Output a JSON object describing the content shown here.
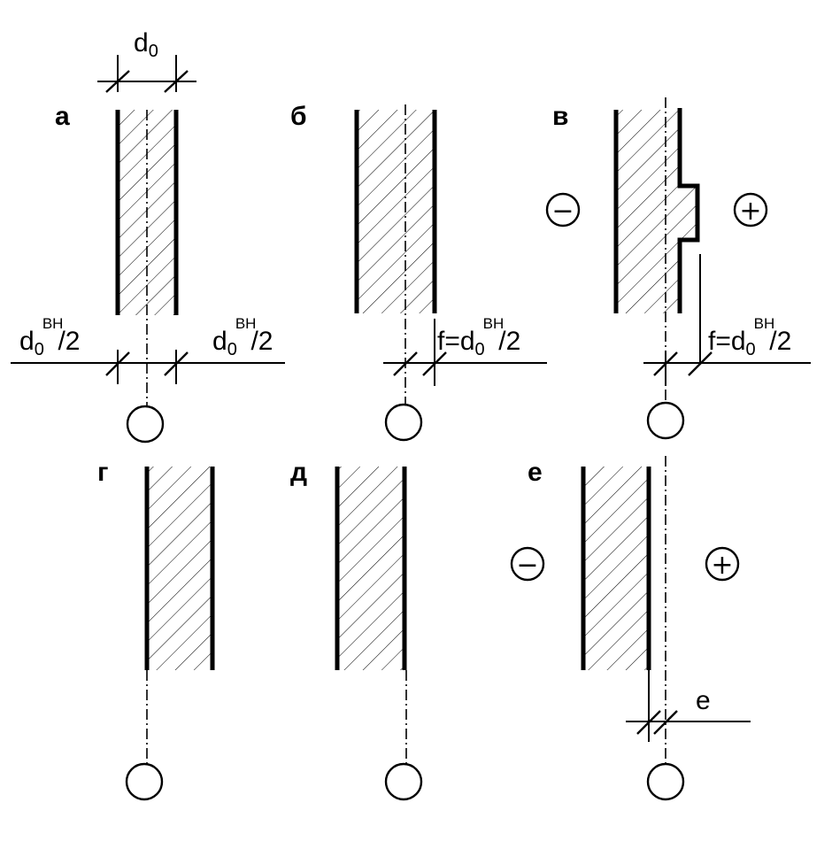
{
  "panels": {
    "a": {
      "label": "а",
      "dim_top": "d",
      "dim_top_sub": "0",
      "dim_left": "d",
      "dim_left_sub": "0",
      "dim_left_sup": "ВН",
      "dim_left_tail": "/2",
      "dim_right": "d",
      "dim_right_sub": "0",
      "dim_right_sup": "ВН",
      "dim_right_tail": "/2"
    },
    "b": {
      "label": "б",
      "dim_text": "f=d",
      "dim_sub": "0",
      "dim_sup": "ВН",
      "dim_tail": "/2"
    },
    "v": {
      "label": "в",
      "minus": "−",
      "plus": "+",
      "dim_text": "f=d",
      "dim_sub": "0",
      "dim_sup": "ВН",
      "dim_tail": "/2"
    },
    "g": {
      "label": "г"
    },
    "d": {
      "label": "д"
    },
    "e": {
      "label": "е",
      "minus": "−",
      "plus": "+",
      "dim_text": "е"
    }
  }
}
